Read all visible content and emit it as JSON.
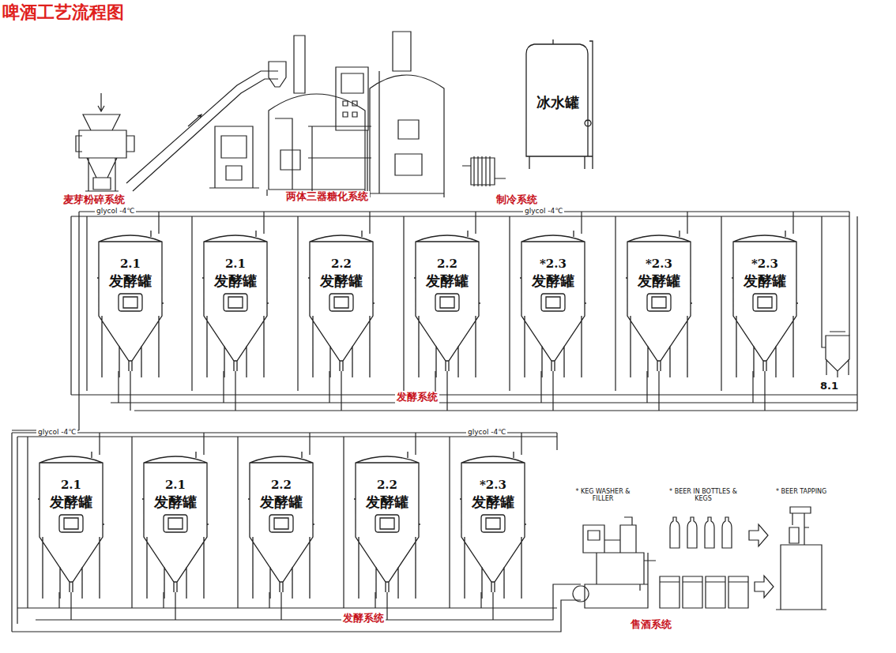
{
  "diagram": {
    "title": "啤酒工艺流程图",
    "nodes": [
      {
        "text": [
          "冰水罐"
        ]
      },
      {
        "text": [
          "2.1",
          "发酵罐"
        ]
      },
      {
        "text": [
          "2.1",
          "发酵罐"
        ]
      },
      {
        "text": [
          "2.2",
          "发酵罐"
        ]
      },
      {
        "text": [
          "2.2",
          "发酵罐"
        ]
      },
      {
        "text": [
          "*2.3",
          "发酵罐"
        ]
      },
      {
        "text": [
          "*2.3",
          "发酵罐"
        ]
      },
      {
        "text": [
          "*2.3",
          "发酵罐"
        ]
      },
      {
        "text": [
          "2.1",
          "发酵罐"
        ]
      },
      {
        "text": [
          "2.1",
          "发酵罐"
        ]
      },
      {
        "text": [
          "2.2",
          "发酵罐"
        ]
      },
      {
        "text": [
          "2.2",
          "发酵罐"
        ]
      },
      {
        "text": [
          "*2.3",
          "发酵罐"
        ]
      }
    ],
    "labels": [
      "麦芽粉碎系统",
      "两体三器糖化系统",
      "制冷系统",
      "glycol -4℃",
      "glycol -4℃",
      "8.1",
      "发酵系统",
      "glycol -4℃",
      "glycol -4℃",
      "* KEG WASHER & FILLER",
      "* BEER IN BOTTLES & KEGS",
      "* BEER TAPPING",
      "发酵系统",
      "售酒系统"
    ]
  }
}
